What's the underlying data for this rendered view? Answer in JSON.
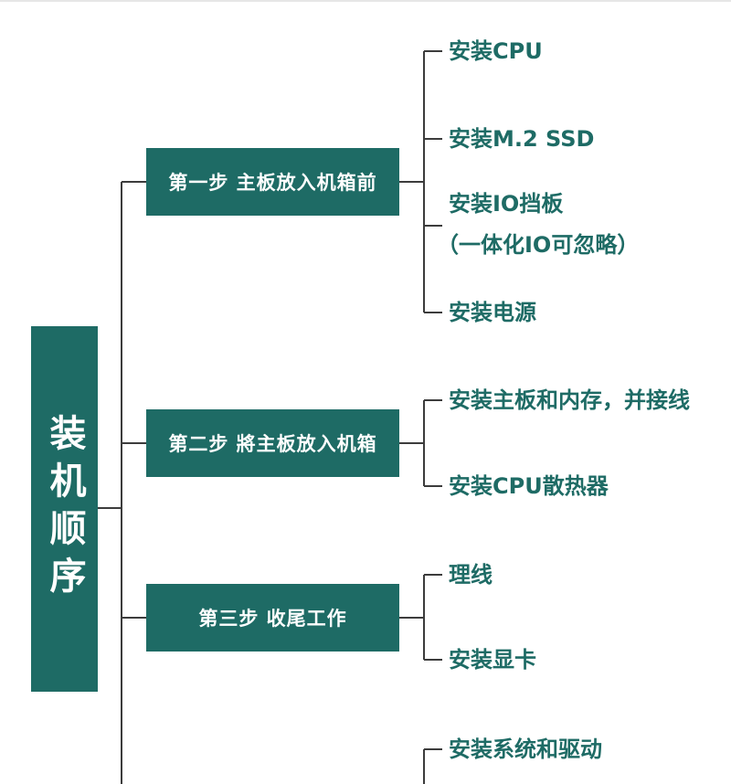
{
  "root": {
    "label": "装机顺序"
  },
  "steps": [
    {
      "label": "第一步 主板放入机箱前",
      "children": [
        "安装CPU",
        "安装M.2 SSD",
        "安装IO挡板",
        "安装电源"
      ],
      "note": "（一体化IO可忽略）"
    },
    {
      "label": "第二步 將主板放入机箱",
      "children": [
        "安装主板和内存，并接线",
        "安装CPU散热器"
      ]
    },
    {
      "label": "第三步 收尾工作",
      "children": [
        "理线",
        "安装显卡"
      ]
    },
    {
      "label": "",
      "children": [
        "安装系统和驱动"
      ]
    }
  ],
  "colors": {
    "node_fill": "#1e6b65",
    "line": "#3c3c3c",
    "leaf_text": "#1e6b65"
  }
}
